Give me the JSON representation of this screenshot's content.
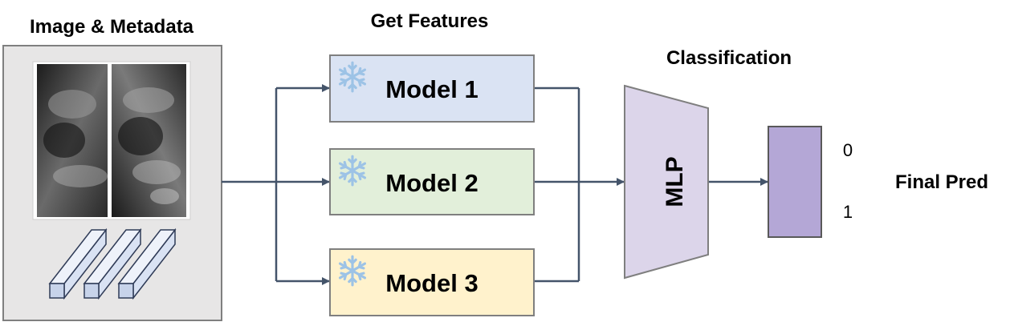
{
  "headings": {
    "input": "Image & Metadata",
    "features": "Get Features",
    "classification": "Classification",
    "prediction": "Final Pred"
  },
  "models": [
    {
      "label": "Model 1",
      "frozen": true,
      "fill": "#dae3f3"
    },
    {
      "label": "Model 2",
      "frozen": true,
      "fill": "#e2efda"
    },
    {
      "label": "Model 3",
      "frozen": true,
      "fill": "#fff2cc"
    }
  ],
  "mlp": {
    "label": "MLP",
    "fill": "#dcd5ea"
  },
  "output": {
    "classes": [
      "0",
      "1"
    ],
    "fill": "#b4a7d6"
  },
  "colors": {
    "wire": "#44546a",
    "box_stroke": "#7f7f7f",
    "input_panel": "#e7e6e6",
    "snowflake": "#9dc3e6"
  },
  "icons": {
    "freeze": "snowflake-icon",
    "metadata": "metadata-bars-icon",
    "image": "xray-image"
  }
}
